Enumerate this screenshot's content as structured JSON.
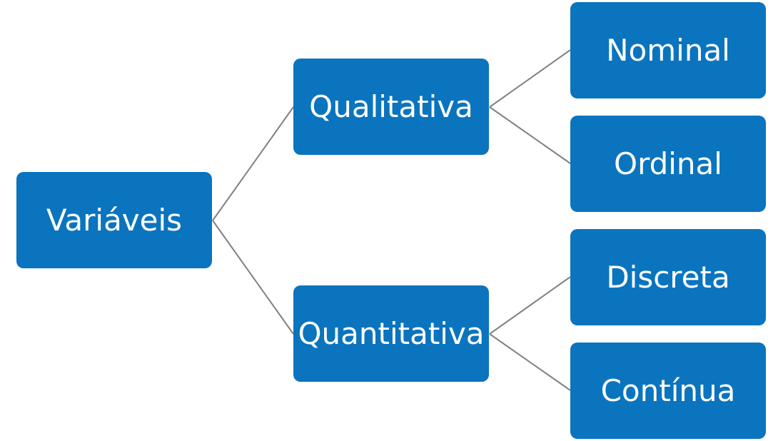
{
  "diagram": {
    "colors": {
      "node_fill": "#0a74bf",
      "node_text": "#ffffff",
      "connector": "#808080"
    },
    "root": {
      "label": "Variáveis"
    },
    "branches": [
      {
        "label": "Qualitativa",
        "children": [
          {
            "label": "Nominal"
          },
          {
            "label": "Ordinal"
          }
        ]
      },
      {
        "label": "Quantitativa",
        "children": [
          {
            "label": "Discreta"
          },
          {
            "label": "Contínua"
          }
        ]
      }
    ]
  }
}
